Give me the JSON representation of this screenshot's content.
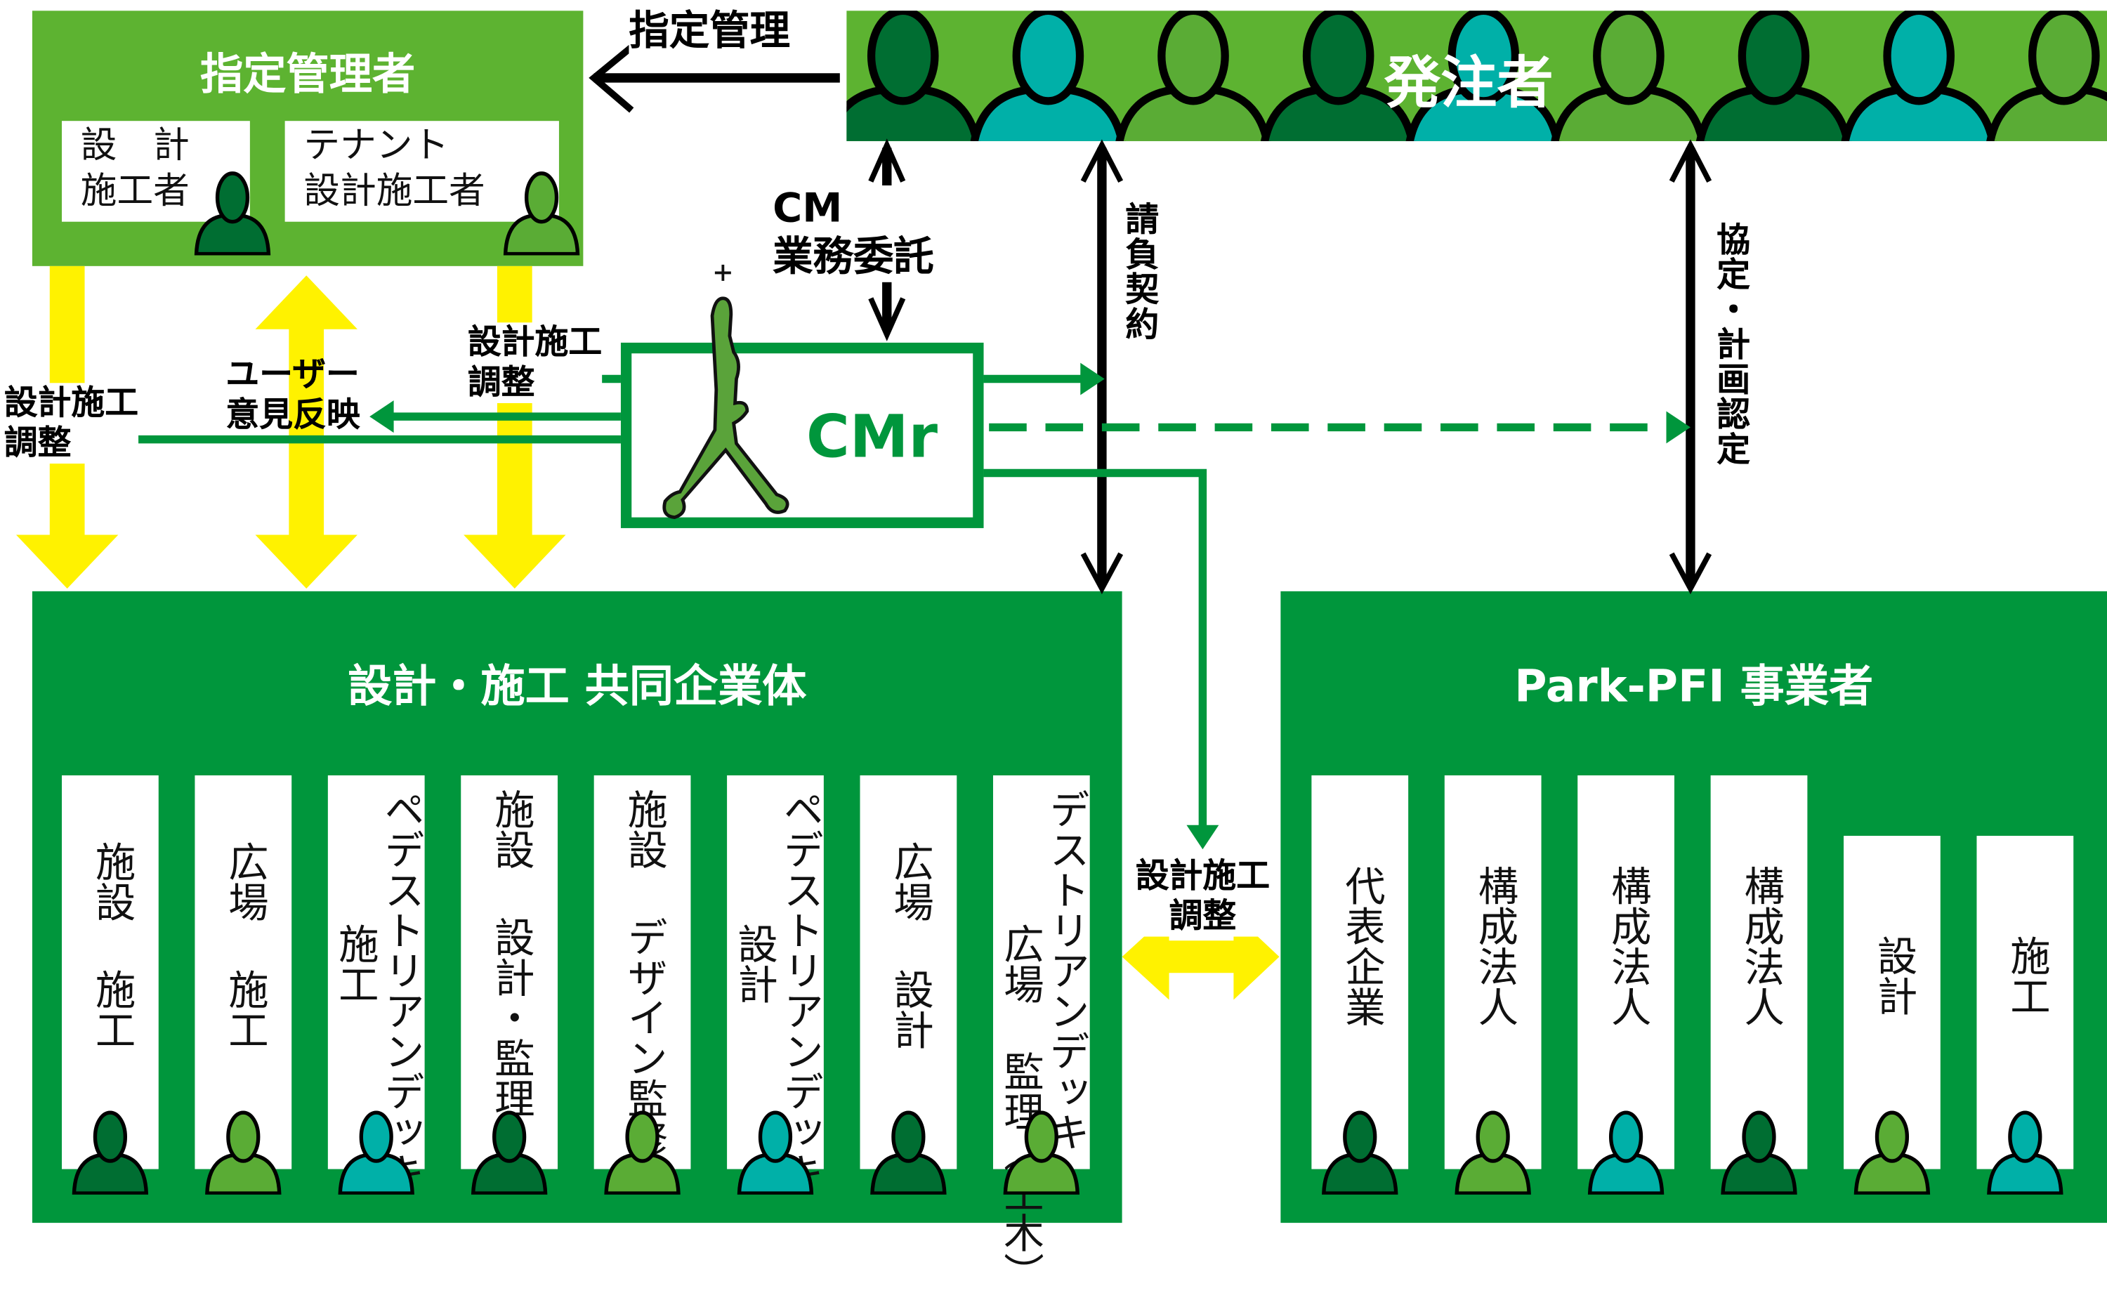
{
  "colors": {
    "dark_green": "#006e32",
    "teal": "#00b0a8",
    "light_green": "#5aac35",
    "frame_green": "#00963c",
    "mgr_green": "#5db331",
    "yellow": "#fff200"
  },
  "manager": {
    "title": "指定管理者",
    "box1_lines": [
      "設　計",
      "施工者"
    ],
    "box2_lines": [
      "テナント",
      "設計施工者"
    ]
  },
  "owner": {
    "title": "発注者",
    "people": [
      "dark_green",
      "teal",
      "light_green",
      "dark_green",
      "teal",
      "light_green",
      "dark_green",
      "teal",
      "light_green"
    ]
  },
  "arrows": {
    "designated_mgmt": "指定管理",
    "cm_contract": [
      "CM",
      "業務委託"
    ],
    "contract": "請負契約",
    "agreement": "協定・計画認定",
    "coord_a": [
      "設計施工",
      "調整"
    ],
    "user_feedback": [
      "ユーザー",
      "意見反映"
    ],
    "coord_b": [
      "設計施工",
      "調整"
    ],
    "coord_c": [
      "設計施工",
      "調整"
    ]
  },
  "cmr": {
    "label": "CMr"
  },
  "jv": {
    "title": "設計・施工 共同企業体",
    "columns": [
      {
        "lines": [
          "施設 施工"
        ],
        "person": "dark_green"
      },
      {
        "lines": [
          "広場 施工"
        ],
        "person": "light_green"
      },
      {
        "lines": [
          "ペデストリアンデッキ",
          "施工"
        ],
        "person": "teal"
      },
      {
        "lines": [
          "施設 設計・監理"
        ],
        "person": "dark_green"
      },
      {
        "lines": [
          "施設 デザイン監修"
        ],
        "person": "light_green"
      },
      {
        "lines": [
          "ペデストリアンデッキ",
          "設計"
        ],
        "person": "teal"
      },
      {
        "lines": [
          "広場 設計"
        ],
        "person": "dark_green"
      },
      {
        "lines": [
          "デストリアンデッキ・",
          "広場 監理（土木）"
        ],
        "person": "light_green"
      }
    ]
  },
  "pfi": {
    "title": "Park-PFI 事業者",
    "columns": [
      {
        "lines": [
          "代表企業"
        ],
        "person": "dark_green"
      },
      {
        "lines": [
          "構成法人"
        ],
        "person": "light_green"
      },
      {
        "lines": [
          "構成法人"
        ],
        "person": "teal"
      },
      {
        "lines": [
          "構成法人"
        ],
        "person": "dark_green"
      },
      {
        "lines": [
          "設計"
        ],
        "person": "light_green"
      },
      {
        "lines": [
          "施工"
        ],
        "person": "teal"
      }
    ]
  }
}
